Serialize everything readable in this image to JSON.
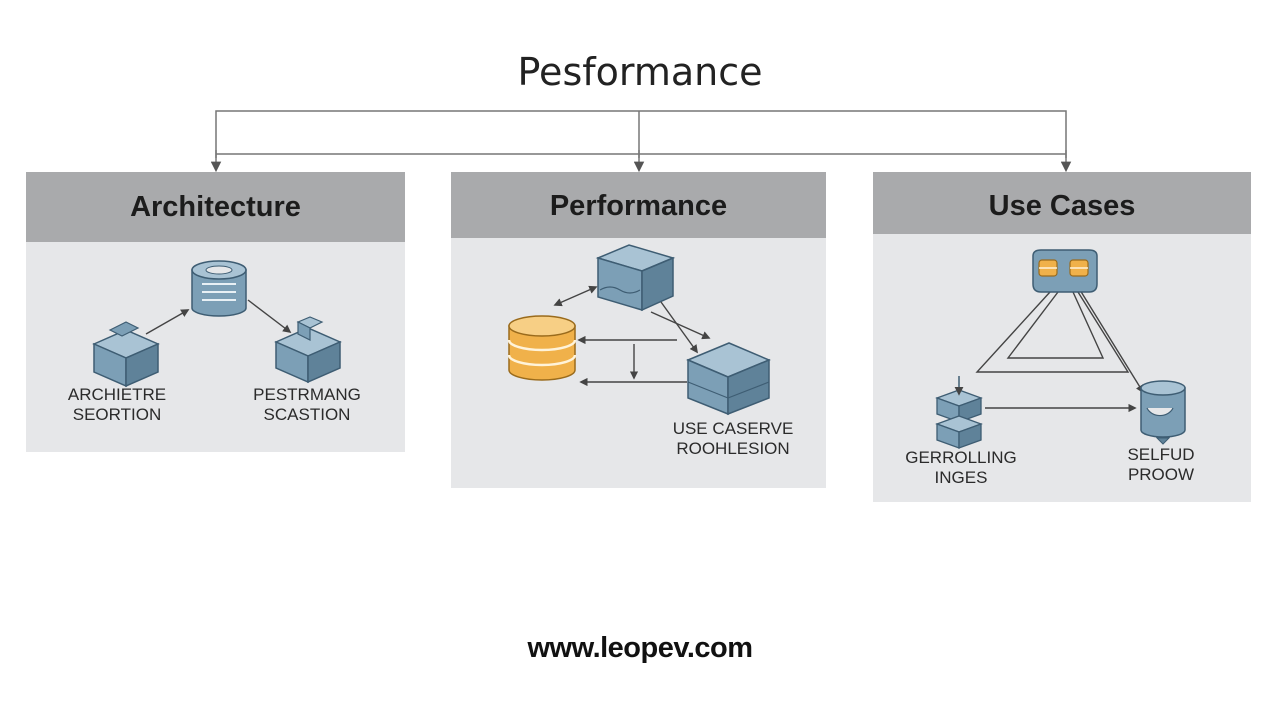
{
  "title": "Pesformance",
  "colors": {
    "panel_bg": "#e6e7e9",
    "header_bg": "#a9aaac",
    "block_blue": "#7c9fb6",
    "block_orange": "#f0b14a",
    "connector": "#555555"
  },
  "panels": [
    {
      "heading": "Architecture",
      "nodes": [
        {
          "icon": "database-cylinder-icon"
        },
        {
          "icon": "cube-icon",
          "line1": "ARCHIETRE",
          "line2": "SEORTION"
        },
        {
          "icon": "cube-icon",
          "line1": "PESTRMANG",
          "line2": "SCASTION"
        }
      ]
    },
    {
      "heading": "Performance",
      "nodes": [
        {
          "icon": "cube-icon"
        },
        {
          "icon": "database-stack-icon"
        },
        {
          "icon": "cube-icon",
          "line1": "USE CASERVE",
          "line2": "ROOHLESION"
        }
      ]
    },
    {
      "heading": "Use Cases",
      "nodes": [
        {
          "icon": "storage-tray-icon"
        },
        {
          "icon": "stacked-blocks-icon",
          "line1": "GERROLLING",
          "line2": "INGES"
        },
        {
          "icon": "cylinder-icon",
          "line1": "SELFUD",
          "line2": "PROOW"
        }
      ]
    }
  ],
  "footer": "www.leopev.com"
}
